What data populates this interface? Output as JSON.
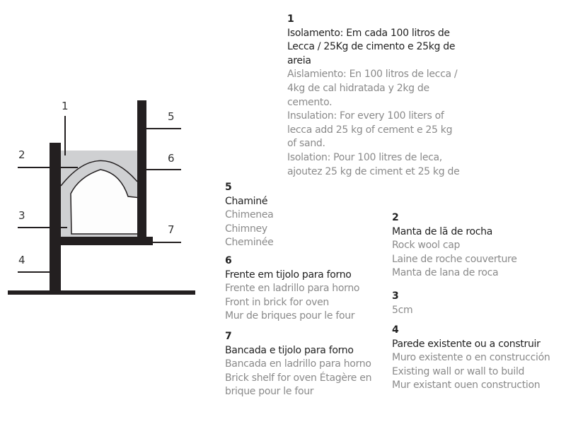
{
  "diagram": {
    "labels": [
      "1",
      "2",
      "3",
      "4",
      "5",
      "6",
      "7"
    ],
    "colors": {
      "wall": "#231f20",
      "insulation": "#cfd0d2",
      "text_primary": "#222222",
      "text_secondary": "#8a8a8a"
    }
  },
  "legend": [
    {
      "num": "1",
      "primary": "Isolamento: Em cada 100 litros de Lecca / 25Kg de cimento e 25kg de areia",
      "es": "Aislamiento: En 100 litros de lecca / 4kg de cal hidratada y 2kg de cemento.",
      "en": "Insulation: For every 100 liters of lecca add 25 kg of cement e 25 kg of sand.",
      "fr": "Isolation: Pour 100 litres de leca, ajoutez 25 kg de ciment et 25 kg de"
    },
    {
      "num": "5",
      "primary": "Chaminé",
      "es": "Chimenea",
      "en": "Chimney",
      "fr": "Cheminée"
    },
    {
      "num": "6",
      "primary": "Frente em tijolo para forno",
      "es": "Frente en ladrillo para horno",
      "en": "Front in brick for oven",
      "fr": "Mur de briques pour le four"
    },
    {
      "num": "7",
      "primary": "Bancada e tijolo para forno",
      "es": "Bancada en ladrillo para horno",
      "en": "Brick shelf for oven Étagère en brique pour le four",
      "fr": ""
    },
    {
      "num": "2",
      "primary": "Manta de lã de rocha",
      "es": "Rock wool cap",
      "en": "Laine de roche couverture",
      "fr": "Manta de lana de roca"
    },
    {
      "num": "3",
      "primary": "5cm",
      "es": "",
      "en": "",
      "fr": ""
    },
    {
      "num": "4",
      "primary": "Parede existente ou a construir",
      "es": "Muro existente o en construcción",
      "en": "Existing wall or wall to build",
      "fr": "Mur existant ouen construction"
    }
  ]
}
